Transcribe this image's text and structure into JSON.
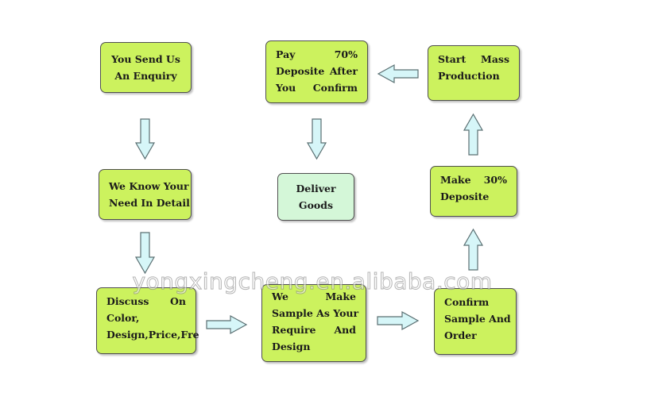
{
  "boxes": {
    "enquiry": {
      "lines": [
        "You Send Us",
        "An Enquiry"
      ]
    },
    "know_need": {
      "lines": [
        "We Know Your",
        "Need In Detail"
      ]
    },
    "discuss": {
      "lines": [
        "Discuss On",
        "Color,",
        "Design,Price,Fre"
      ]
    },
    "sample": {
      "lines": [
        "We Make",
        "Sample As Your",
        "Require And",
        "Design"
      ]
    },
    "confirm": {
      "lines": [
        "Confirm",
        "Sample And",
        "Order"
      ]
    },
    "deposit30": {
      "lines": [
        "Make 30%",
        "Deposite"
      ]
    },
    "mass": {
      "lines": [
        "Start Mass",
        "Production"
      ]
    },
    "pay70": {
      "lines": [
        "Pay 70%",
        "Deposite After",
        "You Confirm"
      ]
    },
    "deliver": {
      "lines": [
        "Deliver",
        "Goods"
      ]
    }
  },
  "watermark": "yongxingcheng.en.alibaba.com",
  "colors": {
    "box_fill": "#ccf25e",
    "deliver_fill": "#d4f7d8",
    "arrow_fill": "#d6f6f8",
    "border": "#4f4f4f"
  }
}
